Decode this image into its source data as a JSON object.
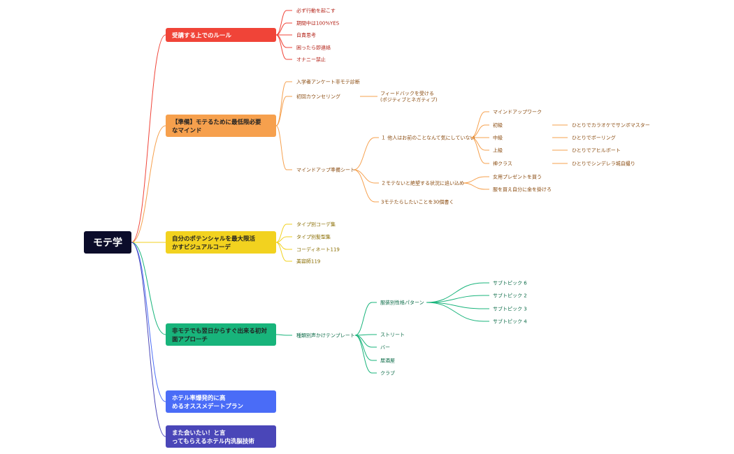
{
  "root": {
    "label": "モテ学",
    "fill": "#0b0c2a",
    "text_color": "#ffffff"
  },
  "branches": [
    {
      "id": "rules",
      "lines": [
        "受講する上でのルール"
      ],
      "color": "#f04438",
      "text_color": "#ffffff",
      "children": [
        {
          "label": "必ず行動を起こす"
        },
        {
          "label": "期間中は100%YES"
        },
        {
          "label": "自責思考"
        },
        {
          "label": "困ったら即連絡"
        },
        {
          "label": "オナニー禁止"
        }
      ]
    },
    {
      "id": "prep",
      "lines": [
        "【準備】モテるために最低限必要",
        "なマインド"
      ],
      "color": "#f6a04d",
      "text_color": "#222222",
      "children": [
        {
          "label": "入学者アンケート非モテ診断"
        },
        {
          "label": "初回カウンセリング",
          "children": [
            {
              "lines": [
                "フィードバックを受ける",
                "(ポジティブとネガティブ)"
              ]
            }
          ]
        },
        {
          "label": "マインドアップ準備シート",
          "children": [
            {
              "label": "１ 他人はお前のことなんて気にしていない",
              "children": [
                {
                  "label": "マインドアップワーク"
                },
                {
                  "label": "初級",
                  "children": [
                    {
                      "label": "ひとりでカラオケでサンボマスター"
                    }
                  ]
                },
                {
                  "label": "中級",
                  "children": [
                    {
                      "label": "ひとりでボーリング"
                    }
                  ]
                },
                {
                  "label": "上級",
                  "children": [
                    {
                      "label": "ひとりでアヒルボート"
                    }
                  ]
                },
                {
                  "label": "神クラス",
                  "children": [
                    {
                      "label": "ひとりでシンデレラ城自撮り"
                    }
                  ]
                }
              ]
            },
            {
              "label": "２モテないと絶望する状況に追い込め",
              "children": [
                {
                  "label": "女用プレゼントを買う"
                },
                {
                  "label": "服を買え自分に金を掛けろ"
                }
              ]
            },
            {
              "label": "3モテたらしたいことを30個書く"
            }
          ]
        }
      ]
    },
    {
      "id": "visual",
      "lines": [
        "自分のポテンシャルを最大限活",
        "かすビジュアルコーデ"
      ],
      "color": "#f2d21f",
      "text_color": "#222222",
      "children": [
        {
          "label": "タイプ別コーデ集"
        },
        {
          "label": "タイプ別髪型集"
        },
        {
          "label": "コーディネート119"
        },
        {
          "label": "美容師119"
        }
      ]
    },
    {
      "id": "approach",
      "lines": [
        "非モテでも翌日からすぐ出来る初対",
        "面アプローチ"
      ],
      "color": "#18b47b",
      "text_color": "#222222",
      "children": [
        {
          "label": "種類別声かけテンプレート",
          "children": [
            {
              "label": "服装別性格パターン",
              "children": [
                {
                  "label": "サブトピック 6"
                },
                {
                  "label": "サブトピック 2"
                },
                {
                  "label": "サブトピック 3"
                },
                {
                  "label": "サブトピック 4"
                }
              ]
            },
            {
              "label": "ストリート"
            },
            {
              "label": "バー"
            },
            {
              "label": "居酒屋"
            },
            {
              "label": "クラブ"
            }
          ]
        }
      ]
    },
    {
      "id": "hotel",
      "lines": [
        "ホテル率爆発的に高",
        "めるオススメデートプラン"
      ],
      "color": "#4a6cf7",
      "text_color": "#ffffff",
      "children": []
    },
    {
      "id": "meet",
      "lines": [
        "また会いたい！と言",
        "ってもらえるホテル内洗脳技術"
      ],
      "color": "#4a46b8",
      "text_color": "#ffffff",
      "children": []
    }
  ]
}
